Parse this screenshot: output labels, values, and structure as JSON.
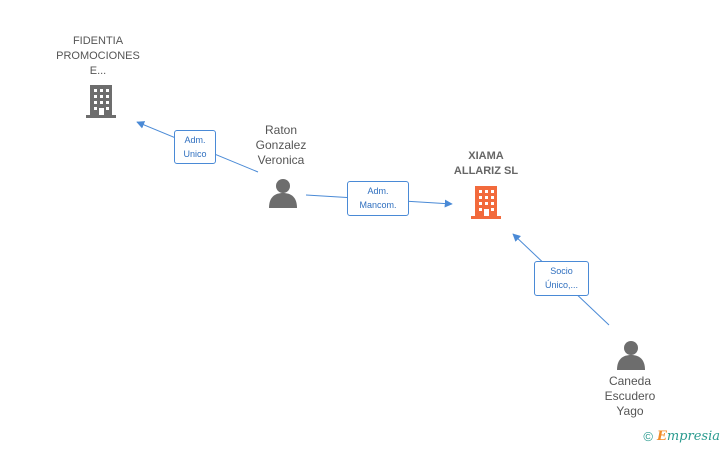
{
  "nodes": {
    "fidentia": {
      "lines": [
        "FIDENTIA",
        "PROMOCIONES",
        "E..."
      ]
    },
    "raton": {
      "lines": [
        "Raton",
        "Gonzalez",
        "Veronica"
      ]
    },
    "xiama": {
      "lines": [
        "XIAMA",
        "ALLARIZ SL"
      ]
    },
    "caneda": {
      "lines": [
        "Caneda",
        "Escudero",
        "Yago"
      ]
    }
  },
  "edges": {
    "adm_unico": {
      "lines": [
        "Adm.",
        "Unico"
      ]
    },
    "adm_mancom": {
      "lines": [
        "Adm.",
        "Mancom."
      ]
    },
    "socio_unico": {
      "lines": [
        "Socio",
        "Único,..."
      ]
    }
  },
  "colors": {
    "company": "#6d6d6d",
    "company_main": "#f26a3c",
    "person": "#6d6d6d",
    "edge": "#4a8ad6"
  },
  "icons": {
    "fidentia": "building-icon",
    "xiama": "building-icon",
    "raton": "person-icon",
    "caneda": "person-icon"
  },
  "watermark": {
    "copyright": "©",
    "brand_first": "E",
    "brand_rest": "mpresia"
  }
}
